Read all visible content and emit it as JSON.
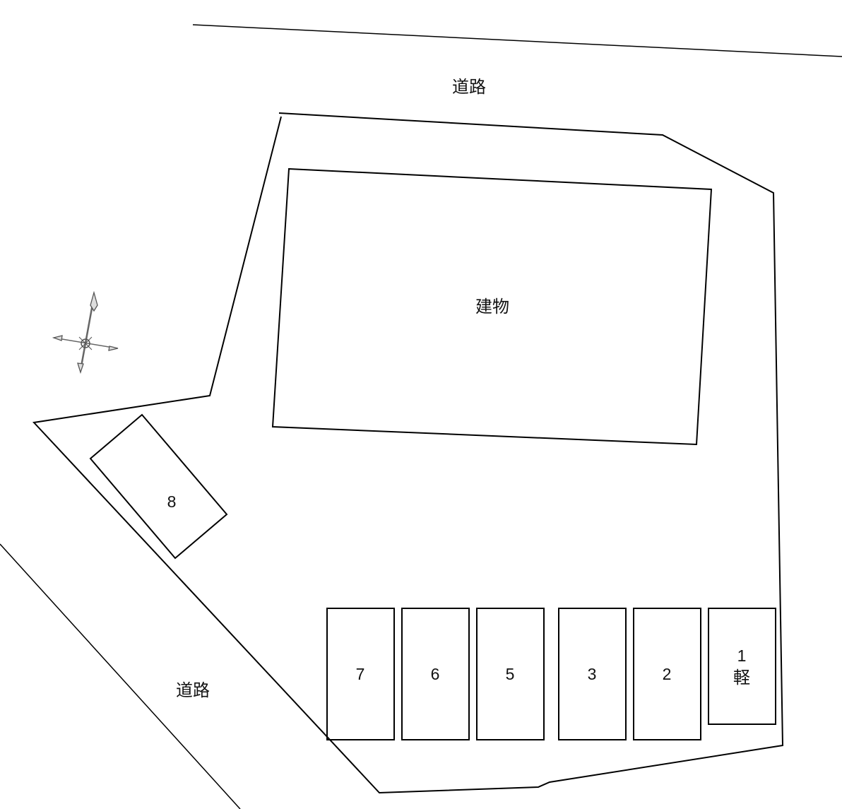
{
  "labels": {
    "road_top": "道路",
    "road_bottom": "道路",
    "building": "建物"
  },
  "parking_spaces": [
    {
      "number": "1",
      "note": "軽"
    },
    {
      "number": "2",
      "note": ""
    },
    {
      "number": "3",
      "note": ""
    },
    {
      "number": "5",
      "note": ""
    },
    {
      "number": "6",
      "note": ""
    },
    {
      "number": "7",
      "note": ""
    },
    {
      "number": "8",
      "note": ""
    }
  ],
  "compass": {
    "icon": "compass-rose-icon"
  }
}
